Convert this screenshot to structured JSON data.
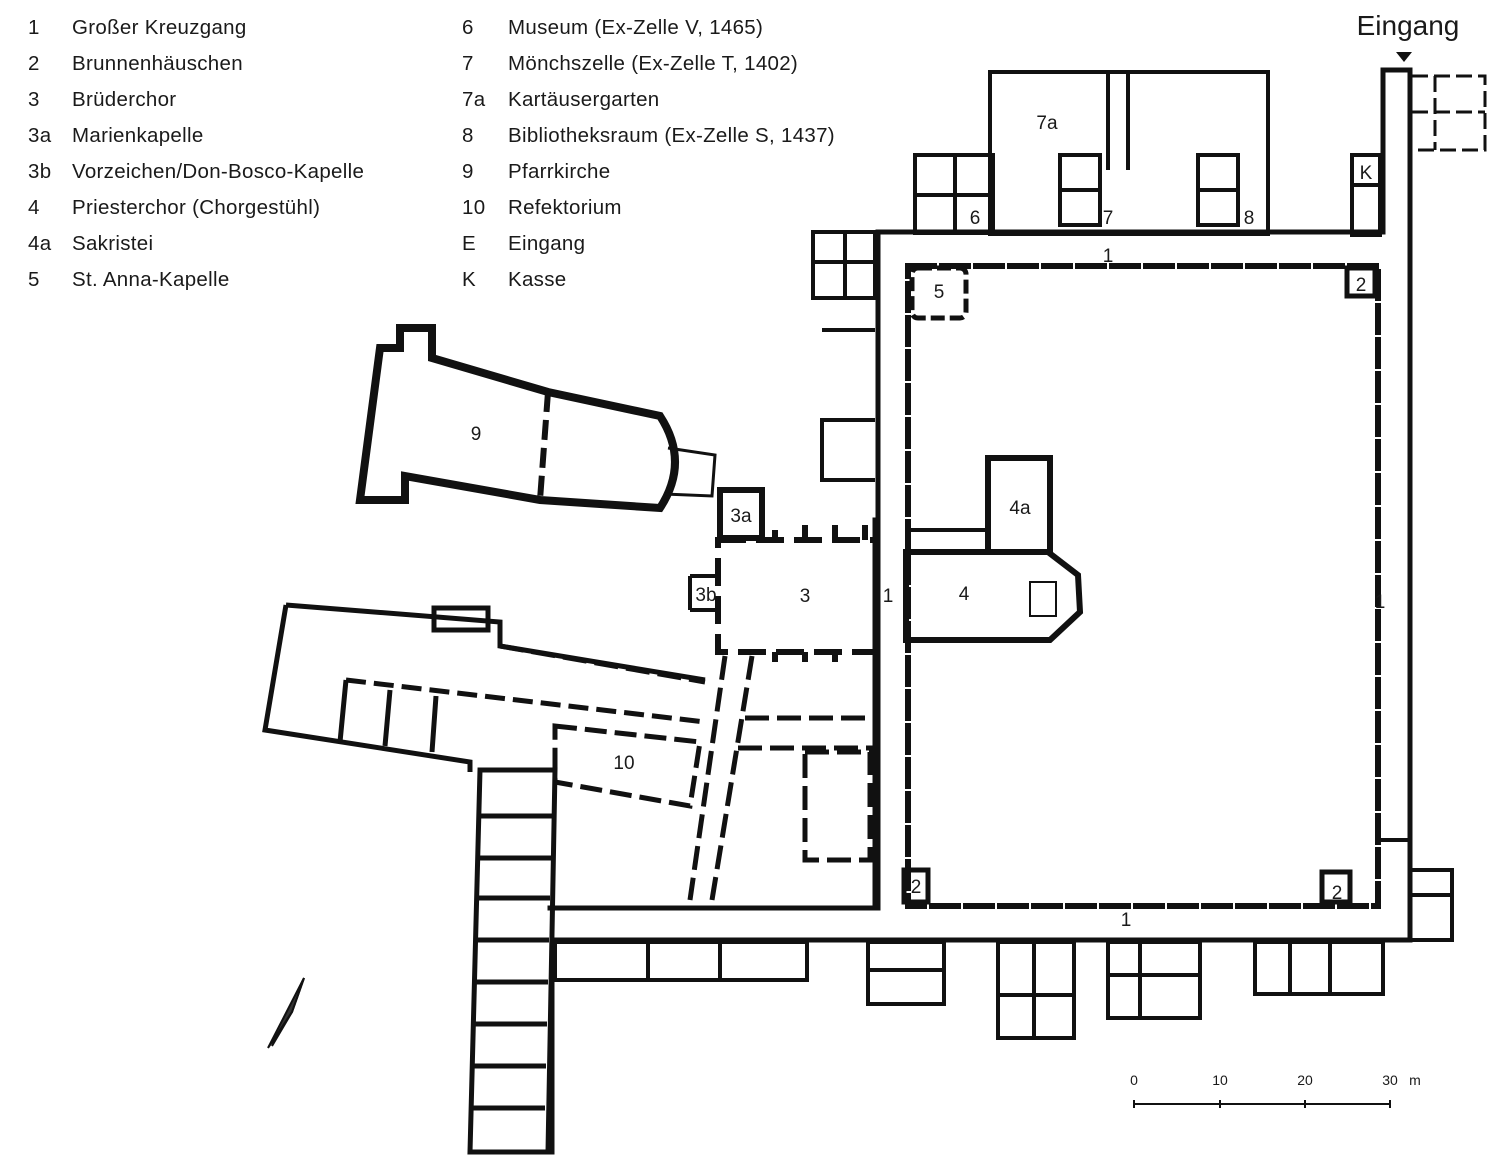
{
  "legend": {
    "left": [
      {
        "key": "1",
        "label": "Großer Kreuzgang"
      },
      {
        "key": "2",
        "label": "Brunnenhäuschen"
      },
      {
        "key": "3",
        "label": "Brüderchor"
      },
      {
        "key": "3a",
        "label": "Marienkapelle"
      },
      {
        "key": "3b",
        "label": "Vorzeichen/Don-Bosco-Kapelle"
      },
      {
        "key": "4",
        "label": "Priesterchor (Chorgestühl)"
      },
      {
        "key": "4a",
        "label": "Sakristei"
      },
      {
        "key": "5",
        "label": "St. Anna-Kapelle"
      }
    ],
    "right": [
      {
        "key": "6",
        "label": "Museum (Ex-Zelle V, 1465)"
      },
      {
        "key": "7",
        "label": "Mönchszelle (Ex-Zelle T, 1402)"
      },
      {
        "key": "7a",
        "label": "Kartäusergarten"
      },
      {
        "key": "8",
        "label": "Bibliotheksraum (Ex-Zelle S, 1437)"
      },
      {
        "key": "9",
        "label": "Pfarrkirche"
      },
      {
        "key": "10",
        "label": "Refektorium"
      },
      {
        "key": "E",
        "label": "Eingang"
      },
      {
        "key": "K",
        "label": "Kasse"
      }
    ]
  },
  "entrance_label": "Eingang",
  "plan_labels": {
    "cloister_north": "1",
    "cloister_east": "1",
    "cloister_south": "1",
    "cloister_west": "1",
    "fountain_ne": "2",
    "fountain_sw": "2",
    "fountain_se": "2",
    "brothers_choir": "3",
    "marian_chapel": "3a",
    "vestibule": "3b",
    "priests_choir": "4",
    "sacristy": "4a",
    "anna_chapel": "5",
    "museum": "6",
    "monk_cell": "7",
    "garden": "7a",
    "library": "8",
    "parish_church": "9",
    "refectory": "10",
    "ticket": "K"
  },
  "scale_bar": {
    "ticks": [
      "0",
      "10",
      "20",
      "30"
    ],
    "unit": "m"
  }
}
